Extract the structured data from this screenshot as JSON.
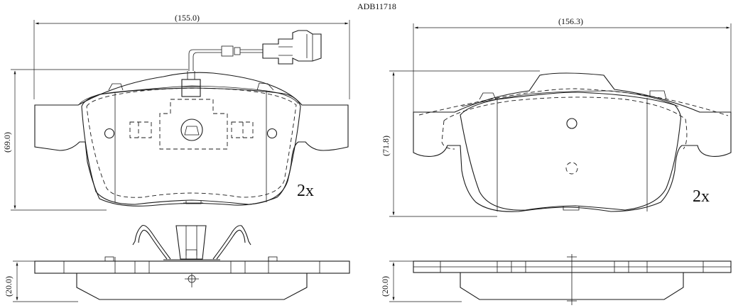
{
  "part_number": "ADB11718",
  "left_pad": {
    "width_dim": "(155.0)",
    "height_dim": "(69.0)",
    "thickness_dim": "(20.0)",
    "quantity": "2x"
  },
  "right_pad": {
    "width_dim": "(156.3)",
    "height_dim": "(71.8)",
    "thickness_dim": "(20.0)",
    "quantity": "2x"
  }
}
